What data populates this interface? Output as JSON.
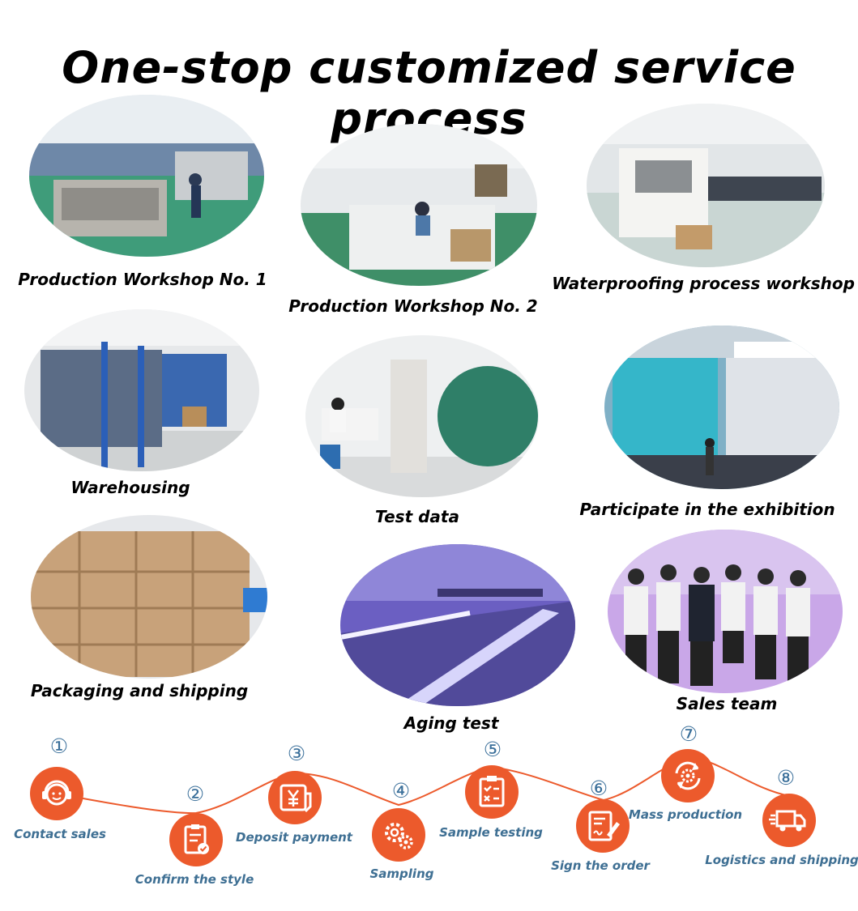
{
  "title": "One-stop customized service process",
  "photos": [
    {
      "caption": "Production Workshop No. 1"
    },
    {
      "caption": "Production Workshop No. 2"
    },
    {
      "caption": "Waterproofing process workshop"
    },
    {
      "caption": "Warehousing"
    },
    {
      "caption": "Test data"
    },
    {
      "caption": "Participate in the exhibition"
    },
    {
      "caption": "Packaging and shipping"
    },
    {
      "caption": "Aging test"
    },
    {
      "caption": "Sales team"
    }
  ],
  "steps": [
    {
      "num": "①",
      "label": "Contact sales",
      "icon": "headset-icon"
    },
    {
      "num": "②",
      "label": "Confirm the style",
      "icon": "checklist-icon"
    },
    {
      "num": "③",
      "label": "Deposit payment",
      "icon": "yuan-payment-icon"
    },
    {
      "num": "④",
      "label": "Sampling",
      "icon": "gears-icon"
    },
    {
      "num": "⑤",
      "label": "Sample testing",
      "icon": "clipboard-check-icon"
    },
    {
      "num": "⑥",
      "label": "Sign the order",
      "icon": "sign-document-icon"
    },
    {
      "num": "⑦",
      "label": "Mass production",
      "icon": "refresh-gear-icon"
    },
    {
      "num": "⑧",
      "label": "Logistics and shipping",
      "icon": "delivery-truck-icon"
    }
  ],
  "colors": {
    "accent": "#ec5a2c",
    "step_text": "#3e6f93",
    "line": "#ec5a2c"
  }
}
